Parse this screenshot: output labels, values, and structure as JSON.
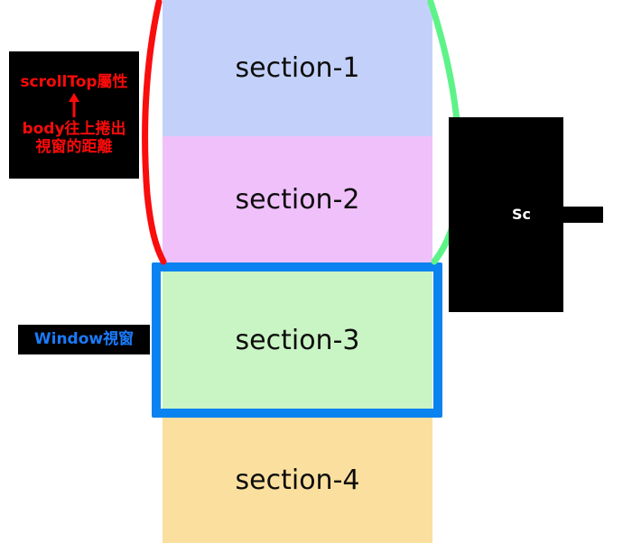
{
  "diagram": {
    "title": "scrollTop / Window viewport scrolling diagram",
    "background_color": "#ffffff"
  },
  "sections": [
    {
      "id": "section-1",
      "label": "section-1",
      "color": "#c3d1fa"
    },
    {
      "id": "section-2",
      "label": "section-2",
      "color": "#efc0fa"
    },
    {
      "id": "section-3",
      "label": "section-3",
      "color": "#c9f4c3"
    },
    {
      "id": "section-4",
      "label": "section-4",
      "color": "#fbdf9e"
    }
  ],
  "annotations": {
    "scroll_top": {
      "line1": "scrollTop屬性",
      "arrow_glyph": "↑",
      "line2": "body往上捲出",
      "line3": "視窗的距離",
      "text_color": "#fb0a0a",
      "background_color": "#000000"
    },
    "window": {
      "label": "Window視窗",
      "text_color": "#1a7bfb",
      "background_color": "#000000"
    },
    "scroll_height": {
      "label": "Sc",
      "text_color": "#ffffff",
      "background_color": "#000000"
    }
  },
  "markers": {
    "left_brace_color": "#f90d0d",
    "right_brace_color": "#5ef389",
    "viewport_frame_color": "#0a82ef"
  }
}
